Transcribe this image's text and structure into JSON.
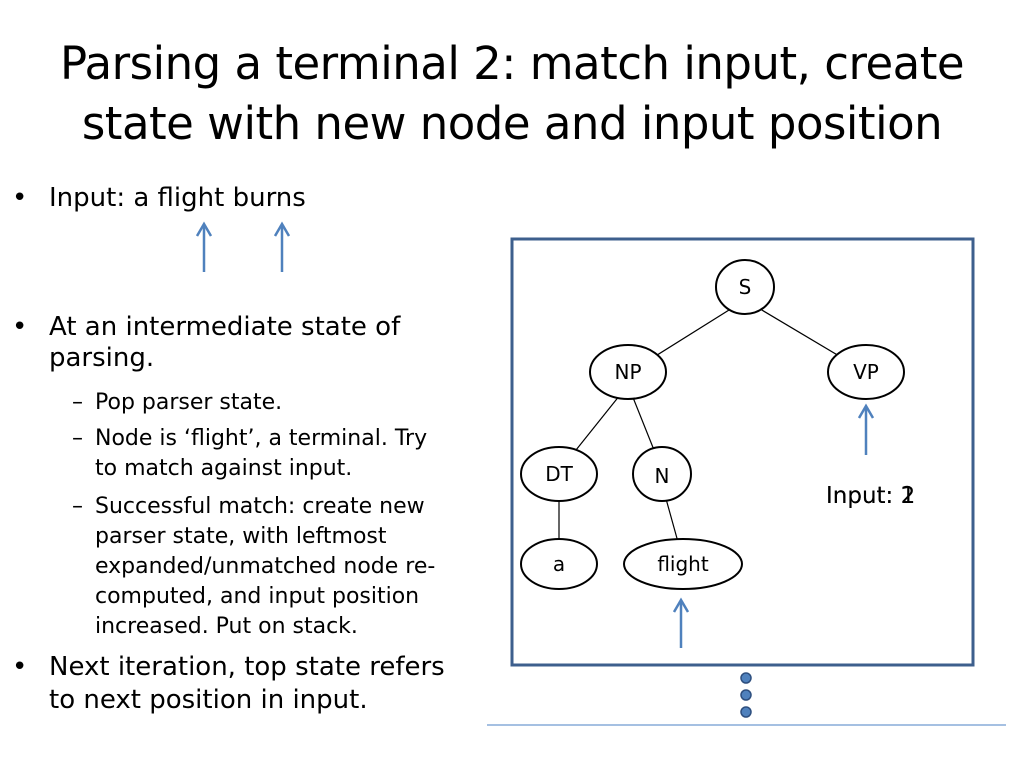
{
  "slide": {
    "title_line1": "Parsing a terminal 2: match input, create",
    "title_line2": "state with new node and input position"
  },
  "bullets": [
    {
      "marker": "•",
      "text_line1": "Input: a flight burns"
    },
    {
      "marker": "•",
      "text_line1": "At an intermediate state of",
      "text_line2": "parsing."
    },
    {
      "marker": "•",
      "text_line1": "Next iteration, top state refers",
      "text_line2": "to next position in input."
    }
  ],
  "subbullets": [
    {
      "marker": "–",
      "lines": [
        "Pop parser state."
      ]
    },
    {
      "marker": "–",
      "lines": [
        "Node is ‘flight’, a terminal. Try",
        "to match against input."
      ]
    },
    {
      "marker": "–",
      "lines": [
        "Successful match: create new",
        "parser state, with leftmost",
        "expanded/unmatched node re-",
        "computed, and input position",
        "increased. Put on stack."
      ]
    }
  ],
  "tree": {
    "nodes": {
      "S": "S",
      "NP": "NP",
      "VP": "VP",
      "DT": "DT",
      "N": "N",
      "a": "a",
      "flight": "flight"
    }
  },
  "input_label": {
    "text_prefix": "Input: ",
    "values_overlapping": [
      "1",
      "2"
    ]
  },
  "colors": {
    "arrow": "#4f81bd",
    "frame": "#3d5f8d",
    "stack_dot": "#4f81bd",
    "stack_dot_stroke": "#2e4f7f",
    "baseline": "#6f9bd0"
  }
}
